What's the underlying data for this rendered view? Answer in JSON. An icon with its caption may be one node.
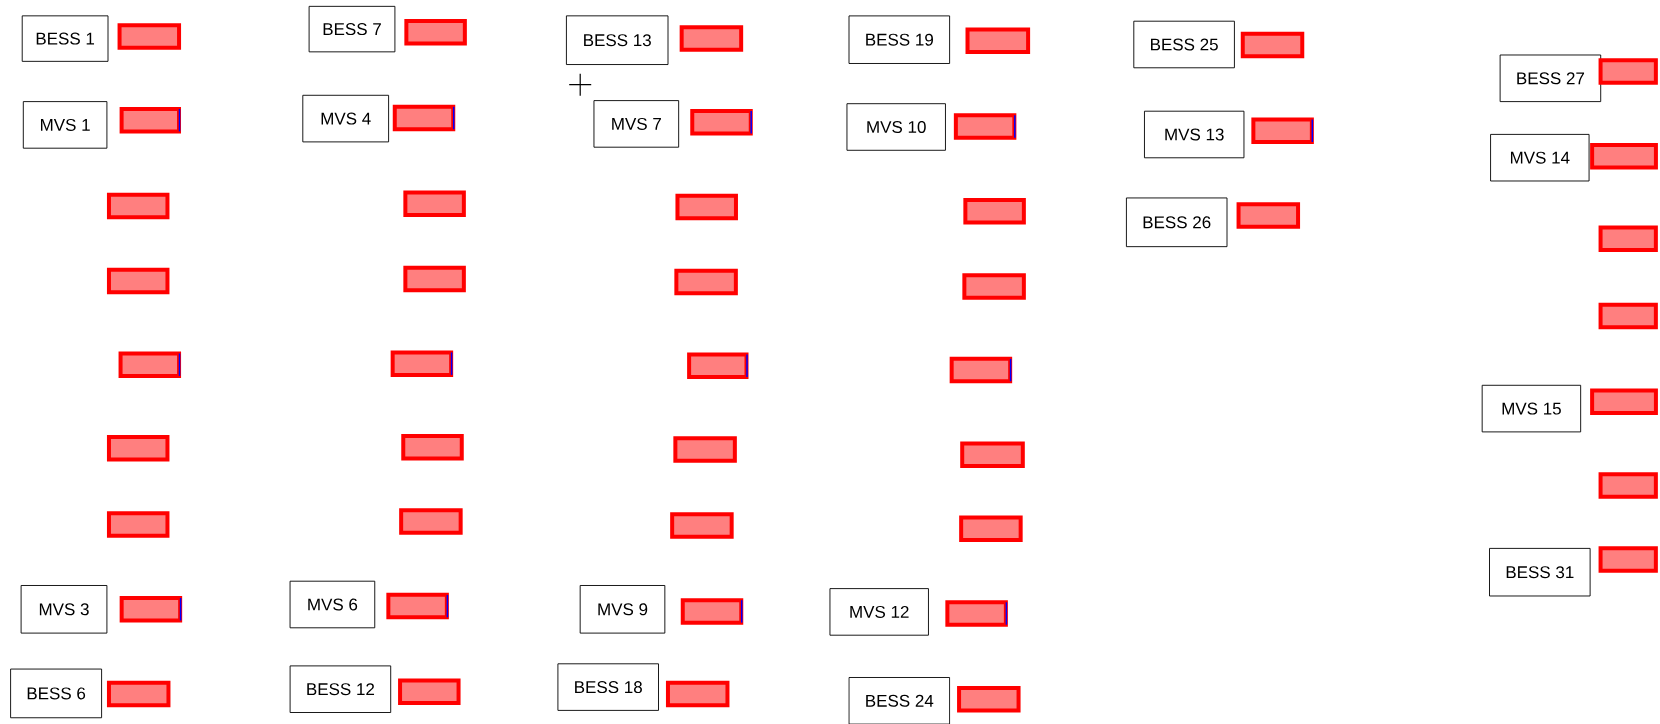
{
  "diagram": {
    "nodes": [
      {
        "text": [
          "BESS 1"
        ]
      },
      {
        "text": [
          "MVS 1"
        ]
      },
      {
        "text": [
          "MVS 3"
        ]
      },
      {
        "text": [
          "BESS 6"
        ]
      },
      {
        "text": [
          "BESS 7"
        ]
      },
      {
        "text": [
          "MVS 4"
        ]
      },
      {
        "text": [
          "MVS 6"
        ]
      },
      {
        "text": [
          "BESS 12"
        ]
      },
      {
        "text": [
          "BESS 13"
        ]
      },
      {
        "text": [
          "MVS 7"
        ]
      },
      {
        "text": [
          "MVS 9"
        ]
      },
      {
        "text": [
          "BESS 18"
        ]
      },
      {
        "text": [
          "BESS 19"
        ]
      },
      {
        "text": [
          "MVS 10"
        ]
      },
      {
        "text": [
          "MVS 12"
        ]
      },
      {
        "text": [
          "BESS 24"
        ]
      },
      {
        "text": [
          "BESS 25"
        ]
      },
      {
        "text": [
          "MVS 13"
        ]
      },
      {
        "text": [
          "BESS 26"
        ]
      },
      {
        "text": [
          "BESS 27"
        ]
      },
      {
        "text": [
          "MVS 14"
        ]
      },
      {
        "text": [
          "MVS 15"
        ]
      },
      {
        "text": [
          "BESS 31"
        ]
      },
      {
        "text": [],
        "shape": "box"
      },
      {
        "text": [],
        "shape": "box"
      },
      {
        "text": [],
        "shape": "box"
      },
      {
        "text": [],
        "shape": "box"
      },
      {
        "text": [],
        "shape": "box"
      },
      {
        "text": [],
        "shape": "box"
      },
      {
        "text": [],
        "shape": "box"
      },
      {
        "text": [],
        "shape": "box"
      },
      {
        "text": [],
        "shape": "box"
      },
      {
        "text": [],
        "shape": "box"
      },
      {
        "text": [],
        "shape": "box"
      },
      {
        "text": [],
        "shape": "box"
      },
      {
        "text": [],
        "shape": "box"
      },
      {
        "text": [],
        "shape": "box"
      },
      {
        "text": [],
        "shape": "box"
      },
      {
        "text": [],
        "shape": "box"
      },
      {
        "text": [],
        "shape": "box"
      },
      {
        "text": [],
        "shape": "box"
      },
      {
        "text": [],
        "shape": "box"
      },
      {
        "text": [],
        "shape": "box"
      },
      {
        "text": [],
        "shape": "box"
      },
      {
        "text": [],
        "shape": "box"
      },
      {
        "text": [],
        "shape": "box"
      },
      {
        "text": [],
        "shape": "box"
      },
      {
        "text": [],
        "shape": "box"
      },
      {
        "text": [],
        "shape": "box"
      },
      {
        "text": [],
        "shape": "box"
      },
      {
        "text": [],
        "shape": "box"
      },
      {
        "text": [],
        "shape": "box"
      },
      {
        "text": [],
        "shape": "box"
      },
      {
        "text": [],
        "shape": "box"
      },
      {
        "text": [],
        "shape": "box"
      },
      {
        "text": [],
        "shape": "box"
      },
      {
        "text": [],
        "shape": "box"
      },
      {
        "text": [],
        "shape": "box"
      },
      {
        "text": [],
        "shape": "box"
      },
      {
        "text": [],
        "shape": "box"
      },
      {
        "text": [],
        "shape": "box"
      },
      {
        "text": [],
        "shape": "box"
      },
      {
        "text": [],
        "shape": "box"
      },
      {
        "text": [],
        "shape": "box"
      },
      {
        "text": [],
        "shape": "box"
      },
      {
        "text": [],
        "shape": "box"
      },
      {
        "text": [],
        "shape": "box"
      },
      {
        "text": [],
        "shape": "box"
      },
      {
        "text": [],
        "shape": "box"
      }
    ]
  }
}
